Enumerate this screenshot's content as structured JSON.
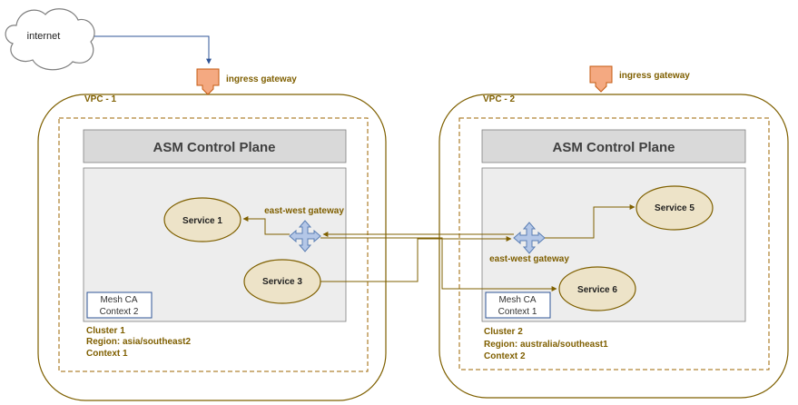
{
  "internet_label": "internet",
  "vpc1": {
    "title": "VPC - 1",
    "ingress_label": "ingress gateway",
    "control_plane": "ASM Control Plane",
    "eastwest_label": "east-west gateway",
    "services": [
      "Service 1",
      "Service 3"
    ],
    "mesh_ca": {
      "line1": "Mesh CA",
      "line2": "Context 2"
    },
    "cluster_info": [
      "Cluster 1",
      "Region: asia/southeast2",
      "Context 1"
    ]
  },
  "vpc2": {
    "title": "VPC - 2",
    "ingress_label": "ingress gateway",
    "control_plane": "ASM Control Plane",
    "eastwest_label": "east-west gateway",
    "services": [
      "Service 5",
      "Service 6"
    ],
    "mesh_ca": {
      "line1": "Mesh CA",
      "line2": "Context 1"
    },
    "cluster_info": [
      "Cluster 2",
      "Region: australia/southeast1",
      "Context 2"
    ]
  },
  "colors": {
    "vpc_border": "#7f6000",
    "cluster_border": "#9c6500",
    "control_plane_fill": "#d9d9d9",
    "cluster_fill": "#ededed",
    "service_fill": "#ede3c8",
    "service_border": "#7f6000",
    "ingress_fill": "#f4a981",
    "gateway_fill": "#b4c7e7",
    "gateway_border": "#5b7fb4",
    "internet_arrow": "#2f5597",
    "link_color": "#7f6000",
    "mesh_ca_border": "#2f5597"
  }
}
